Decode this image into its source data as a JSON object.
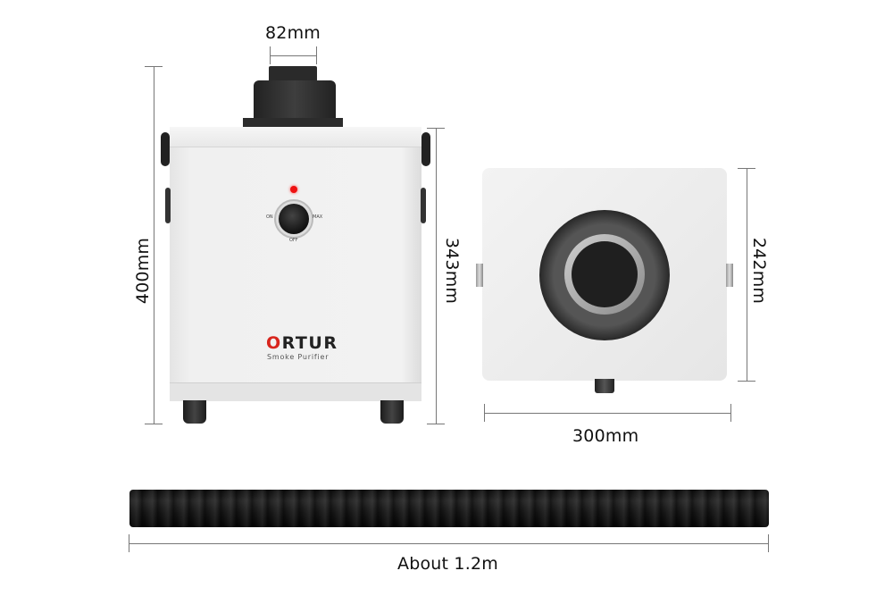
{
  "front_view": {
    "outlet_diameter": "82mm",
    "total_height": "400mm",
    "body_height": "343mm",
    "brand": {
      "logo_first": "O",
      "logo_rest": "RTUR",
      "subtitle": "Smoke Purifier"
    },
    "knob": {
      "left_label": "ON",
      "right_label": "MAX",
      "bottom_label": "OFF"
    }
  },
  "top_view": {
    "width": "300mm",
    "depth": "242mm"
  },
  "hose": {
    "length": "About 1.2m"
  },
  "colors": {
    "brand_accent": "#d8251d",
    "body": "#f0f0f0",
    "dark_parts": "#222222",
    "dimension_lines": "#777777"
  }
}
